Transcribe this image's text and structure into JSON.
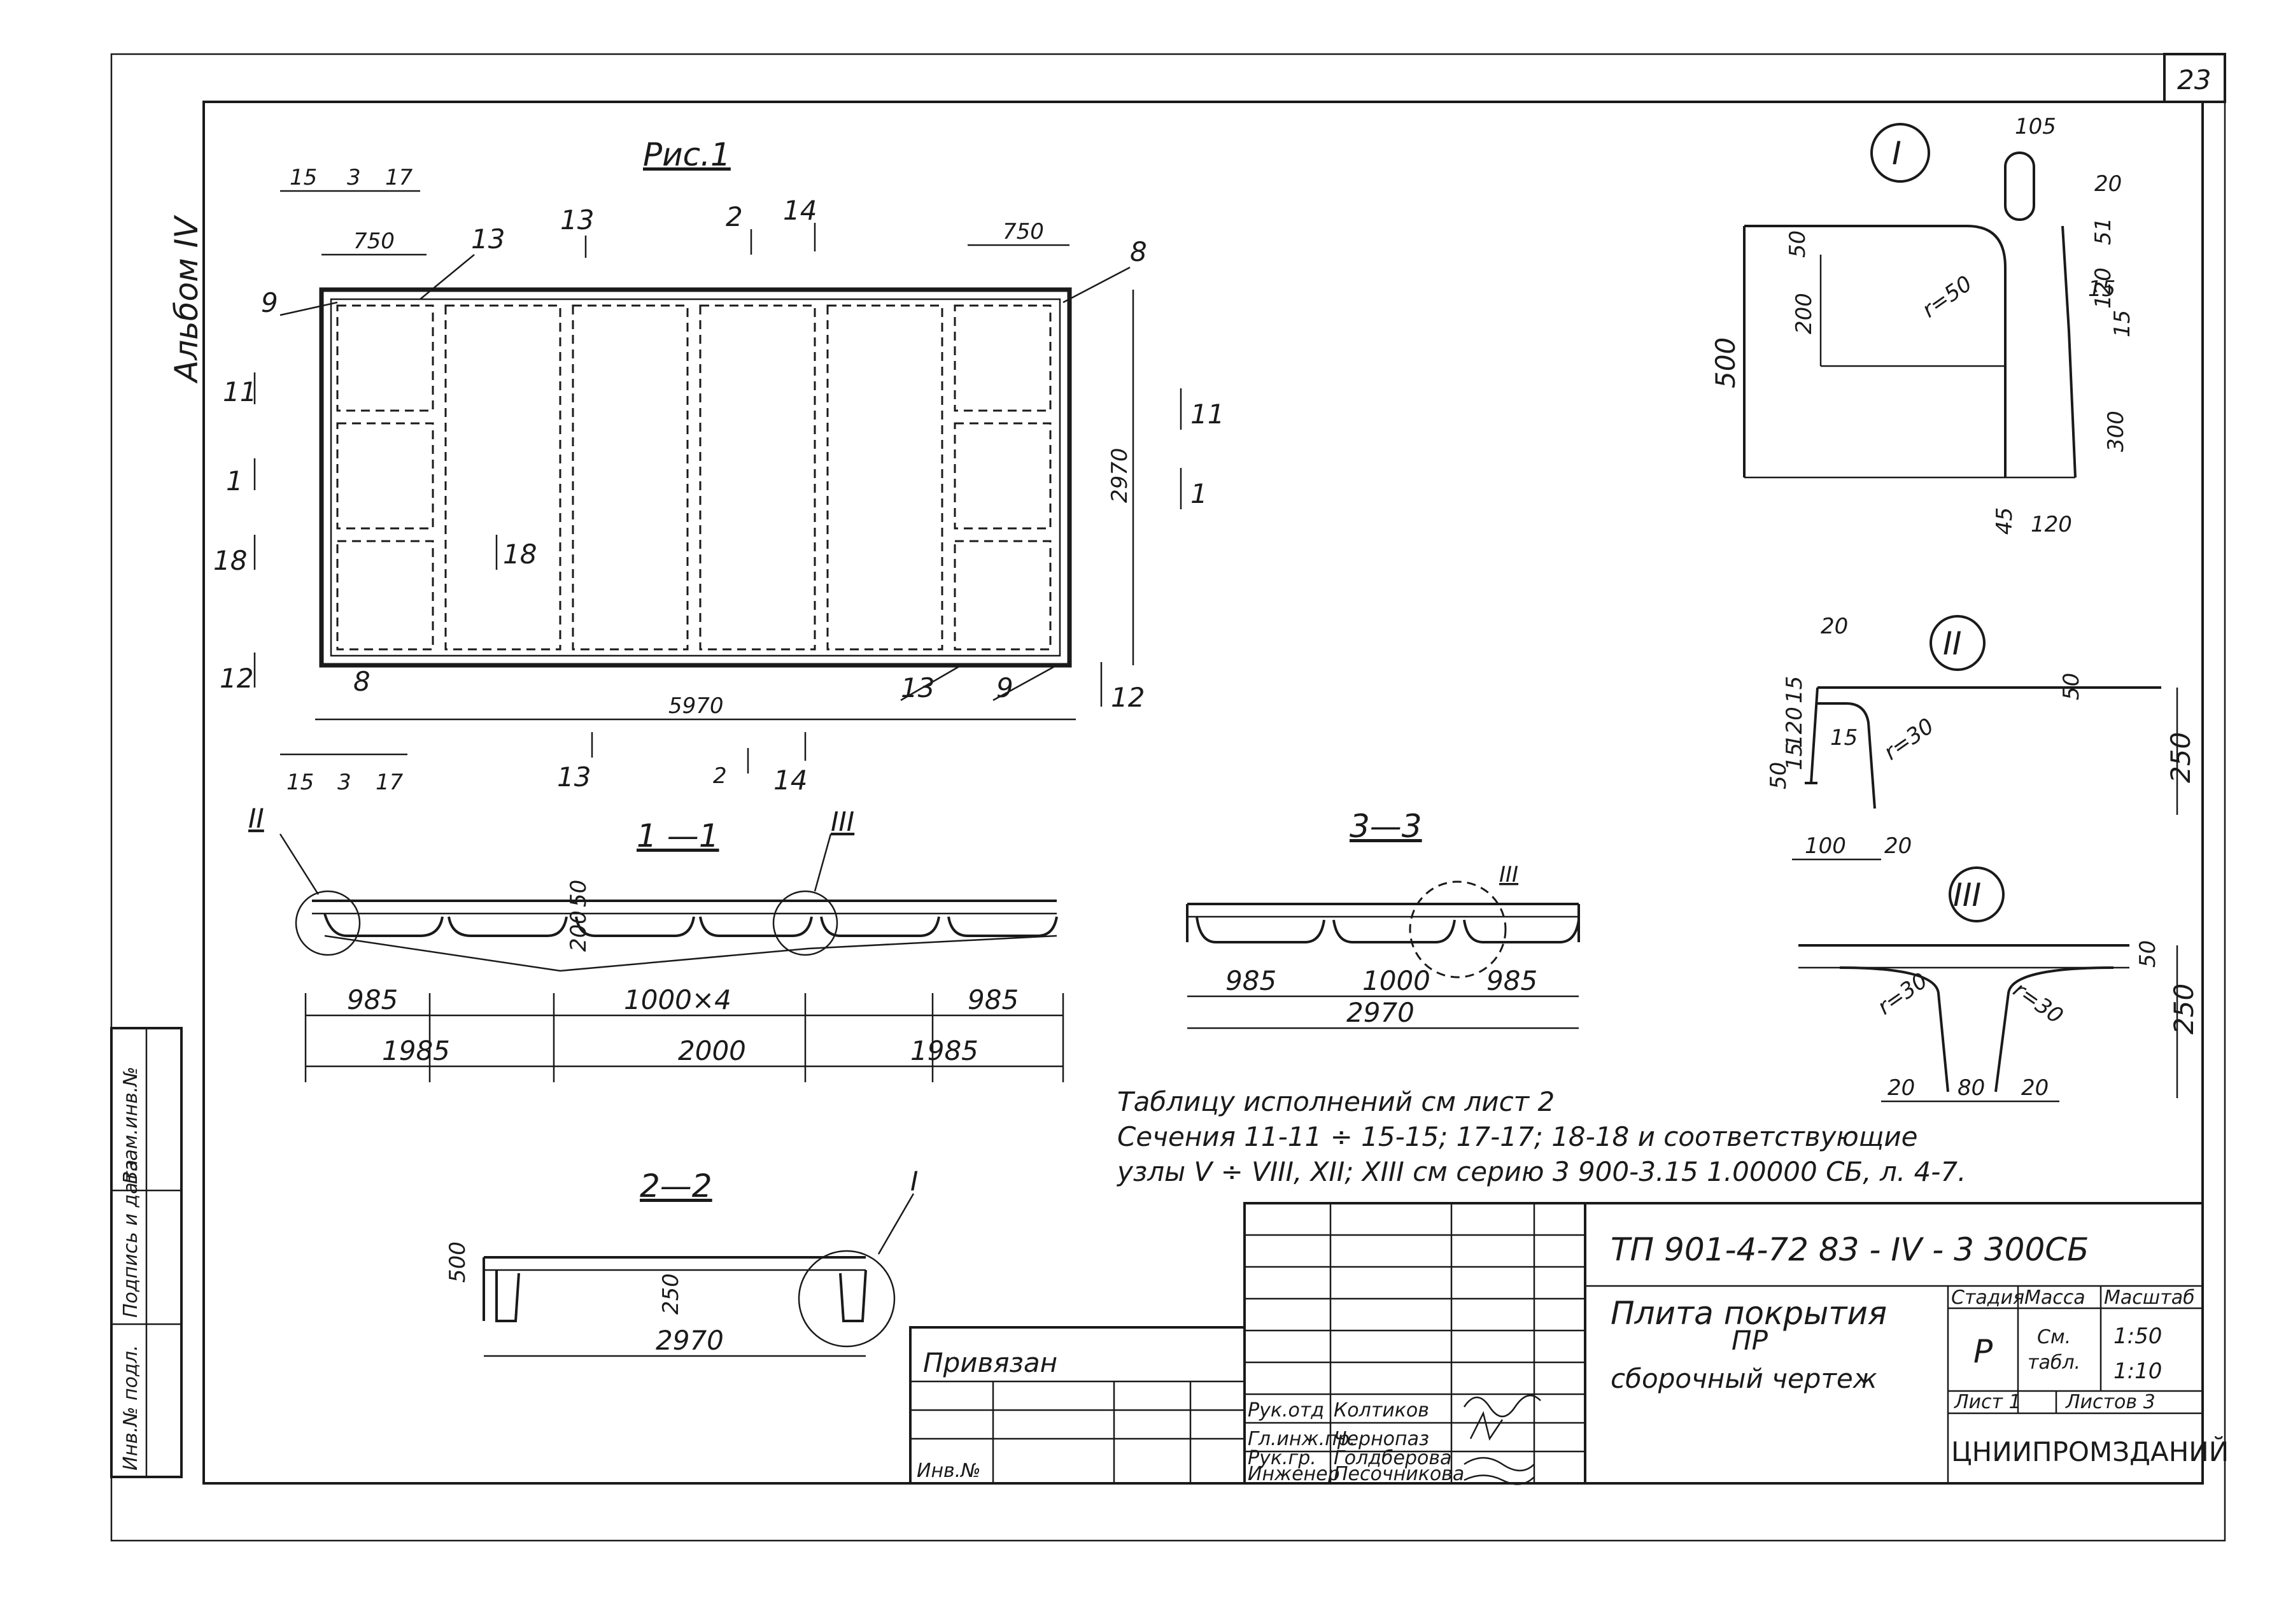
{
  "sheet": {
    "number": "23",
    "album": "Альбом IV",
    "fig_title": "Рис.1"
  },
  "plan": {
    "dims_top_left": [
      "15",
      "3",
      "17"
    ],
    "dims_bottom_left": [
      "15",
      "3",
      "17"
    ],
    "dim_750_left": "750",
    "dim_750_right": "750",
    "dim_length": "5970",
    "dim_width": "2970",
    "callouts": [
      "9",
      "13",
      "8",
      "8",
      "13",
      "9"
    ],
    "section_marks_top": [
      "13",
      "2",
      "14"
    ],
    "section_marks_bottom": [
      "13",
      "2",
      "14"
    ],
    "section_marks_left": [
      "11",
      "1",
      "18",
      "12"
    ],
    "section_marks_right": [
      "11",
      "1",
      "12"
    ],
    "section_mark_inner": "18"
  },
  "section_1_1": {
    "title": "1 —1",
    "node_left": "II",
    "node_mid": "III",
    "dim_50": "50",
    "dim_200": "200",
    "dims_row1": [
      "985",
      "1000×4",
      "985"
    ],
    "dims_row2": [
      "1985",
      "2000",
      "1985"
    ]
  },
  "section_3_3": {
    "title": "3—3",
    "node": "III",
    "dims_row1": [
      "985",
      "1000",
      "985"
    ],
    "dim_total": "2970"
  },
  "section_2_2": {
    "title": "2—2",
    "node": "I",
    "dim_height": "500",
    "dim_250": "250",
    "dim_total": "2970"
  },
  "node_I": {
    "label": "I",
    "dims": [
      "105",
      "20",
      "50",
      "15",
      "120",
      "15",
      "300",
      "500",
      "200",
      "r=50",
      "45",
      "120",
      "51"
    ]
  },
  "node_II": {
    "label": "II",
    "dims": [
      "20",
      "50",
      "15",
      "120",
      "15",
      "50",
      "15",
      "r=30",
      "250",
      "100",
      "20"
    ]
  },
  "node_III": {
    "label": "III",
    "dims": [
      "50",
      "r=30",
      "r=30",
      "250",
      "20",
      "80",
      "20"
    ]
  },
  "notes": {
    "line1": "Таблицу исполнений см лист 2",
    "line2": "Сечения 11-11 ÷ 15-15; 17-17; 18-18 и соответствующие",
    "line3": "узлы V ÷ VIII, XII; XIII см серию 3 900-3.15 1.00000 СБ, л. 4-7."
  },
  "title_block": {
    "code": "ТП 901-4-72 83 - IV - 3 300СБ",
    "name_line1": "Плита покрытия",
    "name_line2": "ПР",
    "name_line3": "сборочный чертеж",
    "stage_header": "Стадия",
    "mass_header": "Масса",
    "scale_header": "Масштаб",
    "stage": "Р",
    "mass_line1": "См.",
    "mass_line2": "табл.",
    "scale_line1": "1:50",
    "scale_line2": "1:10",
    "sheet_label": "Лист 1",
    "sheets_label": "Листов 3",
    "organization": "ЦНИИПРОМЗДАНИЙ",
    "privyazan": "Привязан",
    "inv_no": "Инв.№",
    "roles": [
      "Рук.отд",
      "Гл.инж.пр.",
      "Рук.гр.",
      "Инженер"
    ],
    "names": [
      "Колтиков",
      "Чернопаз",
      "Голдберова",
      "Песочникова"
    ],
    "side_labels": [
      "Инв.№ подл.",
      "Подпись и дата",
      "Взам.инв.№"
    ]
  }
}
